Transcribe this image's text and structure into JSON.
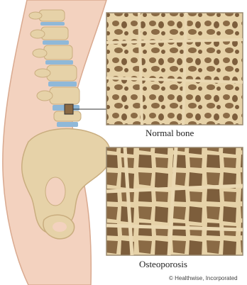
{
  "labels": {
    "normal": "Normal bone",
    "osteoporosis": "Osteoporosis"
  },
  "credit": "© Healthwise, Incorporated",
  "colors": {
    "skin": "#f3d2bf",
    "skin_outline": "#d9a98f",
    "bone": "#e6d2a8",
    "bone_shade": "#c9ad7f",
    "disc": "#8fb8d8",
    "marrow": "#8a6a45",
    "panel_border": "#9a8a70"
  }
}
